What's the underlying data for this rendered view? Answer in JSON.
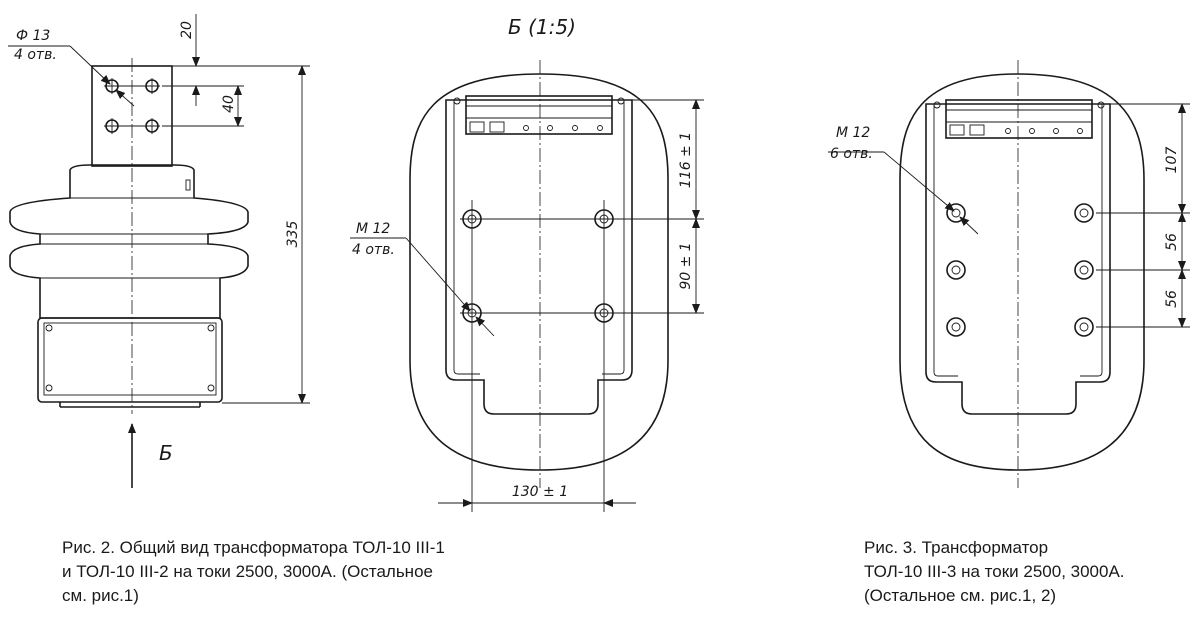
{
  "fig2": {
    "hole_dia": "Ф 13",
    "hole_count": "4 отв.",
    "dim_top": "20",
    "dim_spacing": "40",
    "dim_height": "335",
    "view_marker": "Б"
  },
  "viewB": {
    "title": "Б (1:5)",
    "thread": "М 12",
    "thread_count": "4 отв.",
    "dim_upper": "116 ± 1",
    "dim_lower": "90 ± 1",
    "dim_width": "130 ± 1"
  },
  "fig3": {
    "thread": "М 12",
    "thread_count": "6 отв.",
    "dim_top": "107",
    "dim_mid": "56",
    "dim_bottom": "56"
  },
  "captions": {
    "fig2": [
      "Рис. 2. Общий вид трансформатора ТОЛ-10 III-1",
      "и ТОЛ-10 III-2 на токи 2500, 3000А. (Остальное",
      "см. рис.1)"
    ],
    "fig3": [
      "Рис. 3. Трансформатор",
      "ТОЛ-10 III-3 на токи 2500, 3000А.",
      "(Остальное см. рис.1, 2)"
    ]
  }
}
